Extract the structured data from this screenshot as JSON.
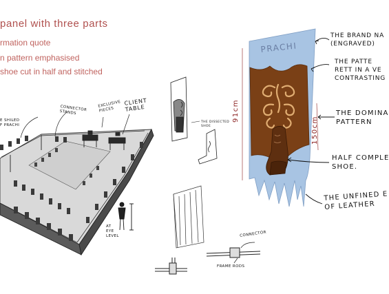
{
  "header": {
    "title": "panel with three parts",
    "lines": [
      "rmation quote",
      "n pattern emphasised",
      "shoe cut in half and stitched"
    ]
  },
  "room_sketch": {
    "labels": {
      "shield": "E SHILED\nF PRACHI",
      "connector": "CONNECTOR\nSTANDS",
      "pieces": "EXCLUSIVE\nPIECES",
      "table": "CLIENT\nTABLE",
      "eye": "AT\nEYE\nLEVEL"
    }
  },
  "small_sketch": {
    "label": "THE DISSECTED\nSHOE"
  },
  "frame_sketch": {
    "connector_label": "CONNECTOR",
    "rods_label": "FRAME RODS"
  },
  "panel": {
    "brand": "PRACHI",
    "height_label": "91cm",
    "width_label": "150cm",
    "colors": {
      "blue": "#a8c4e3",
      "brown": "#7a4016",
      "swirl": "#e0ad72"
    }
  },
  "annotations": {
    "brand": "THE BRAND NA\n(ENGRAVED)",
    "pattern": "THE PATTE\nRETT IN A VE\nCONTRASTING",
    "dominant": "THE DOMINA\nPATTERN",
    "shoe": "HALF COMPLE\nSHOE.",
    "edge": "THE UNFINED E\nOF LEATHER"
  }
}
